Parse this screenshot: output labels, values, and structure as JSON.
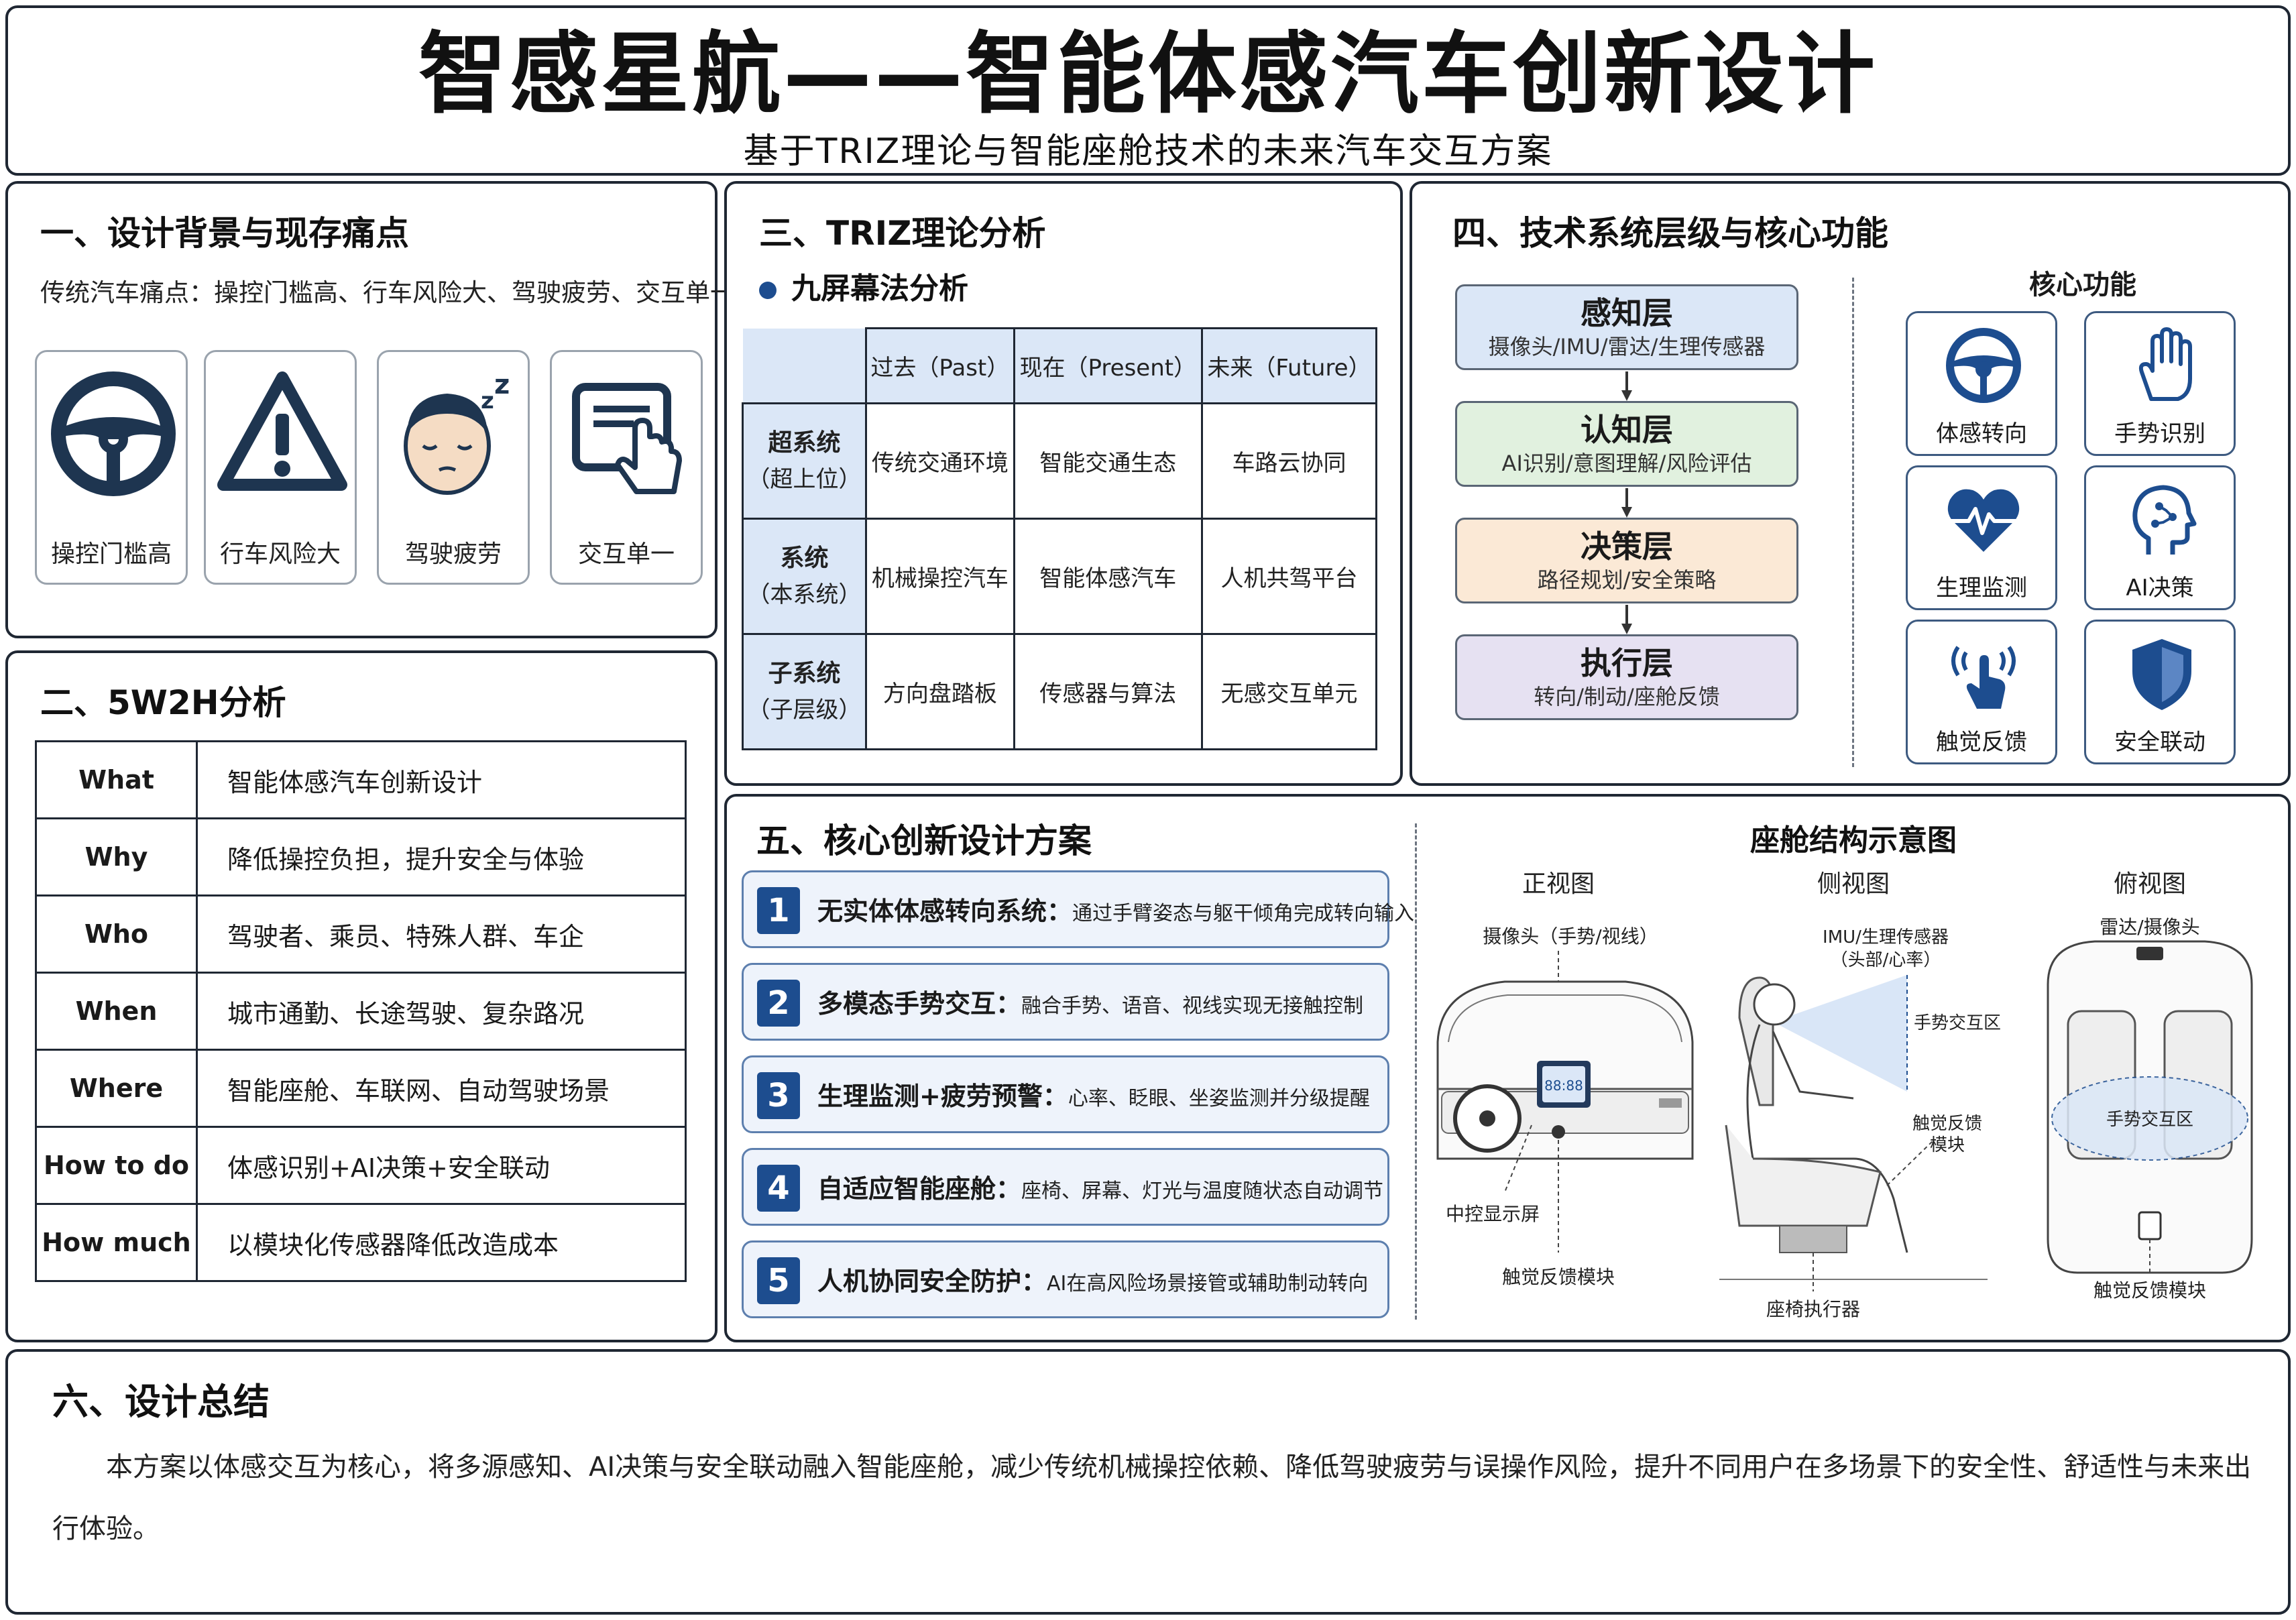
{
  "header": {
    "title": "智感星航——智能体感汽车创新设计",
    "subtitle": "基于TRIZ理论与智能座舱技术的未来汽车交互方案"
  },
  "section1": {
    "title": "一、设计背景与现存痛点",
    "desc": "传统汽车痛点：操控门槛高、行车风险大、驾驶疲劳、交互单一",
    "cards": [
      {
        "icon": "steering-wheel-icon",
        "label": "操控门槛高"
      },
      {
        "icon": "warning-icon",
        "label": "行车风险大"
      },
      {
        "icon": "sleepy-face-icon",
        "label": "驾驶疲劳"
      },
      {
        "icon": "touch-screen-icon",
        "label": "交互单一"
      }
    ]
  },
  "section2": {
    "title": "二、5W2H分析",
    "rows": [
      {
        "k": "What",
        "v": "智能体感汽车创新设计"
      },
      {
        "k": "Why",
        "v": "降低操控负担，提升安全与体验"
      },
      {
        "k": "Who",
        "v": "驾驶者、乘员、特殊人群、车企"
      },
      {
        "k": "When",
        "v": "城市通勤、长途驾驶、复杂路况"
      },
      {
        "k": "Where",
        "v": "智能座舱、车联网、自动驾驶场景"
      },
      {
        "k": "How to do",
        "v": "体感识别+AI决策+安全联动"
      },
      {
        "k": "How much",
        "v": "以模块化传感器降低改造成本"
      }
    ]
  },
  "section3": {
    "title": "三、TRIZ理论分析",
    "subtitle": "九屏幕法分析",
    "cols": [
      "过去（Past）",
      "现在（Present）",
      "未来（Future）"
    ],
    "rows": [
      {
        "main": "超系统",
        "sub": "（超上位）",
        "cells": [
          "传统交通环境",
          "智能交通生态",
          "车路云协同"
        ]
      },
      {
        "main": "系统",
        "sub": "（本系统）",
        "cells": [
          "机械操控汽车",
          "智能体感汽车",
          "人机共驾平台"
        ]
      },
      {
        "main": "子系统",
        "sub": "（子层级）",
        "cells": [
          "方向盘踏板",
          "传感器与算法",
          "无感交互单元"
        ]
      }
    ]
  },
  "section4": {
    "title": "四、技术系统层级与核心功能",
    "layers": [
      {
        "name": "感知层",
        "desc": "摄像头/IMU/雷达/生理传感器",
        "color": "#dbe7f7"
      },
      {
        "name": "认知层",
        "desc": "AI识别/意图理解/风险评估",
        "color": "#e1f1df"
      },
      {
        "name": "决策层",
        "desc": "路径规划/安全策略",
        "color": "#fbe9d6"
      },
      {
        "name": "执行层",
        "desc": "转向/制动/座舱反馈",
        "color": "#e6e1f2"
      }
    ],
    "core_title": "核心功能",
    "functions": [
      {
        "icon": "steering-wheel-icon",
        "label": "体感转向"
      },
      {
        "icon": "hand-gesture-icon",
        "label": "手势识别"
      },
      {
        "icon": "heart-pulse-icon",
        "label": "生理监测"
      },
      {
        "icon": "ai-head-icon",
        "label": "AI决策"
      },
      {
        "icon": "haptic-touch-icon",
        "label": "触觉反馈"
      },
      {
        "icon": "shield-check-icon",
        "label": "安全联动"
      }
    ],
    "accent": "#1d4d8f"
  },
  "section5": {
    "title": "五、核心创新设计方案",
    "items": [
      {
        "num": "1",
        "name": "无实体体感转向系统：",
        "desc": "通过手臂姿态与躯干倾角完成转向输入"
      },
      {
        "num": "2",
        "name": "多模态手势交互：",
        "desc": "融合手势、语音、视线实现无接触控制"
      },
      {
        "num": "3",
        "name": "生理监测+疲劳预警：",
        "desc": "心率、眨眼、坐姿监测并分级提醒"
      },
      {
        "num": "4",
        "name": "自适应智能座舱：",
        "desc": "座椅、屏幕、灯光与温度随状态自动调节"
      },
      {
        "num": "5",
        "name": "人机协同安全防护：",
        "desc": "AI在高风险场景接管或辅助制动转向"
      }
    ],
    "diagram": {
      "title": "座舱结构示意图",
      "front": {
        "title": "正视图",
        "camera": "摄像头（手势/视线）",
        "display": "中控显示屏",
        "haptic": "触觉反馈模块",
        "screen_text": "88:88"
      },
      "side": {
        "title": "侧视图",
        "imu": "IMU/生理传感器",
        "imu2": "（头部/心率）",
        "gesture": "手势交互区",
        "haptic": "触觉反馈",
        "haptic2": "模块",
        "seat": "座椅执行器"
      },
      "top": {
        "title": "俯视图",
        "radar": "雷达/摄像头",
        "gesture": "手势交互区",
        "haptic": "触觉反馈模块"
      }
    }
  },
  "section6": {
    "title": "六、设计总结",
    "body": "本方案以体感交互为核心，将多源感知、AI决策与安全联动融入智能座舱，减少传统机械操控依赖、降低驾驶疲劳与误操作风险，提升不同用户在多场景下的安全性、舒适性与未来出行体验。"
  }
}
